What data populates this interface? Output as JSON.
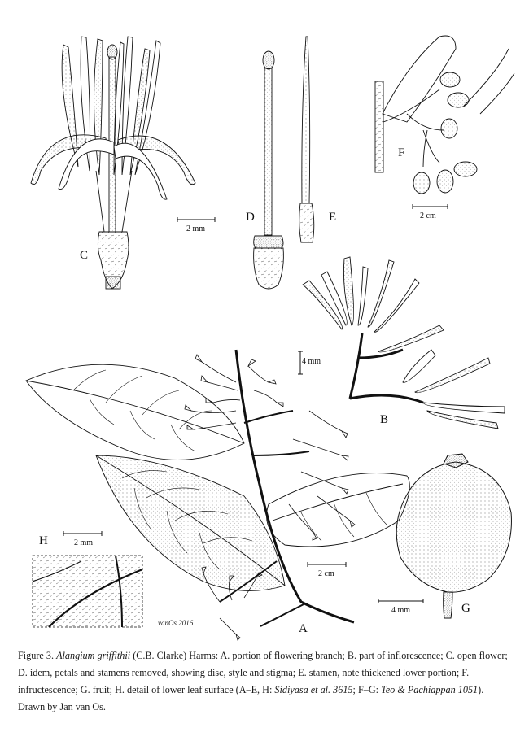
{
  "figure": {
    "panel_labels": {
      "A": "A",
      "B": "B",
      "C": "C",
      "D": "D",
      "E": "E",
      "F": "F",
      "G": "G",
      "H": "H"
    },
    "scale_bars": {
      "C": "2 mm",
      "F": "2 cm",
      "B": "4 mm",
      "A": "2 cm",
      "G": "4 mm",
      "H": "2 mm"
    },
    "signature": "vanOs 2016"
  },
  "caption": {
    "figure_number": "Figure 3.",
    "species": "Alangium griffithii",
    "authority": "(C.B. Clarke) Harms: A. portion of flowering branch; B. part of inflorescence; C. open flower; D. idem, petals and stamens removed, showing disc, style and stigma; E. stamen, note thickened lower portion; F. infructescence; G. fruit; H. detail of lower leaf surface (A–E, H: ",
    "collector1": "Sidiyasa et al. 3615",
    "mid": "; F–G: ",
    "collector2": "Teo & Pachiappan 1051",
    "end": "). Drawn by Jan van Os."
  }
}
